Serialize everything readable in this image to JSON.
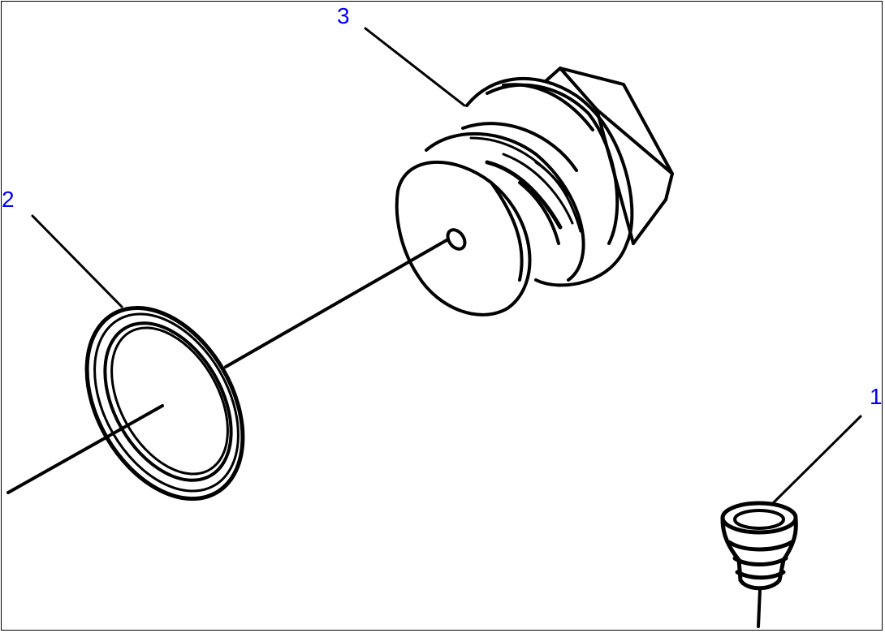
{
  "callouts": [
    {
      "id": "1",
      "part": "fitting"
    },
    {
      "id": "2",
      "part": "o-ring"
    },
    {
      "id": "3",
      "part": "plug"
    }
  ],
  "colors": {
    "callout": "#0000ff",
    "ink": "#000000",
    "background": "#ffffff"
  }
}
